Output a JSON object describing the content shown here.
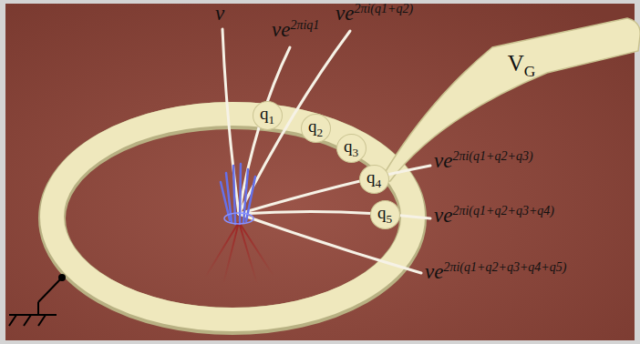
{
  "diagram": {
    "nodes": [
      {
        "text": [
          "q1"
        ]
      },
      {
        "text": [
          "q2"
        ]
      },
      {
        "text": [
          "q3"
        ]
      },
      {
        "text": [
          "q4"
        ]
      },
      {
        "text": [
          "q5"
        ]
      },
      {
        "text": [
          "VG"
        ]
      }
    ],
    "labels": [
      "v",
      "ve2πiq1",
      "ve2πi(q1+q2)",
      "ve2πi(q1+q2+q3)",
      "ve2πi(q1+q2+q3+q4)",
      "ve2πi(q1+q2+q3+q4+q5)"
    ]
  }
}
